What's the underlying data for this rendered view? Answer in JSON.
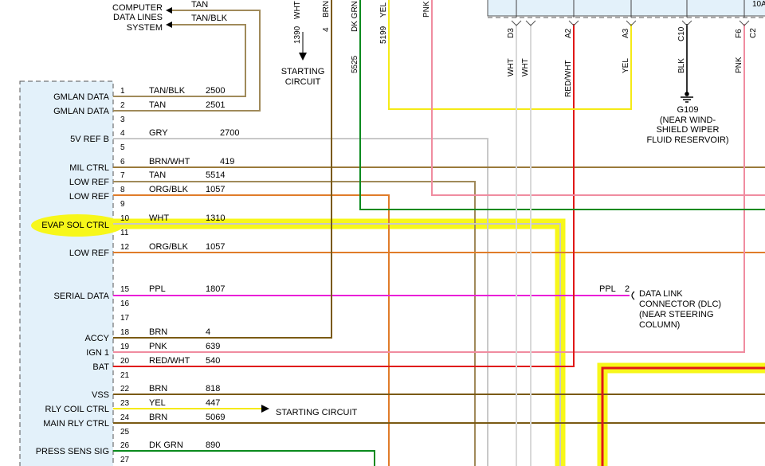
{
  "colors": {
    "box_fill": "#e3f1fa",
    "highlight": "#f7f71a",
    "tan": "#a08a5a",
    "gray": "#c8c8c8",
    "brown": "#7a5a14",
    "orange": "#e07c2a",
    "magenta": "#ea1fd8",
    "pink": "#f08ca0",
    "red": "#e01818",
    "yellow": "#f5ea16",
    "green": "#0a8a1e",
    "white_wire": "#d8d8d8"
  },
  "top": {
    "computer_data_lines": [
      "COMPUTER",
      "DATA LINES",
      "SYSTEM"
    ],
    "tan": "TAN",
    "tan_blk": "TAN/BLK",
    "circuit_1390": "1390",
    "wire_wht": "WHT",
    "circuit_4": "4",
    "wire_brn": "BRN",
    "starting_circuit": [
      "STARTING",
      "CIRCUIT"
    ],
    "circuit_5525": "5525",
    "dk_grn": "DK GRN",
    "circuit_5199": "5199",
    "yel": "YEL",
    "pnk": "PNK",
    "fuse": "10A"
  },
  "connector": {
    "pins": [
      {
        "pin": "D3",
        "wire": "WHT"
      },
      {
        "pin": "",
        "wire": "WHT"
      },
      {
        "pin": "A2",
        "wire": "RED/WHT"
      },
      {
        "pin": "A3",
        "wire": "YEL"
      },
      {
        "pin": "C10",
        "wire": "BLK"
      },
      {
        "pin": "F6",
        "wire": "PNK"
      },
      {
        "pin": "C2",
        "wire": ""
      }
    ],
    "ground": [
      "G109",
      "(NEAR WIND-",
      "SHIELD WIPER",
      "FLUID RESERVOIR)"
    ]
  },
  "module": {
    "rows": [
      {
        "label": "GMLAN DATA",
        "pin": "1",
        "wire": "TAN/BLK",
        "circuit": "2500"
      },
      {
        "label": "GMLAN DATA",
        "pin": "2",
        "wire": "TAN",
        "circuit": "2501"
      },
      {
        "label": "",
        "pin": "3",
        "wire": "",
        "circuit": ""
      },
      {
        "label": "5V REF B",
        "pin": "4",
        "wire": "GRY",
        "circuit": "2700"
      },
      {
        "label": "",
        "pin": "5",
        "wire": "",
        "circuit": ""
      },
      {
        "label": "MIL CTRL",
        "pin": "6",
        "wire": "BRN/WHT",
        "circuit": "419"
      },
      {
        "label": "LOW REF",
        "pin": "7",
        "wire": "TAN",
        "circuit": "5514"
      },
      {
        "label": "LOW REF",
        "pin": "8",
        "wire": "ORG/BLK",
        "circuit": "1057"
      },
      {
        "label": "",
        "pin": "9",
        "wire": "",
        "circuit": ""
      },
      {
        "label": "EVAP SOL CTRL",
        "pin": "10",
        "wire": "WHT",
        "circuit": "1310"
      },
      {
        "label": "",
        "pin": "11",
        "wire": "",
        "circuit": ""
      },
      {
        "label": "LOW REF",
        "pin": "12",
        "wire": "ORG/BLK",
        "circuit": "1057"
      },
      {
        "label": "SERIAL DATA",
        "pin": "15",
        "wire": "PPL",
        "circuit": "1807"
      },
      {
        "label": "",
        "pin": "16",
        "wire": "",
        "circuit": ""
      },
      {
        "label": "",
        "pin": "17",
        "wire": "",
        "circuit": ""
      },
      {
        "label": "ACCY",
        "pin": "18",
        "wire": "BRN",
        "circuit": "4"
      },
      {
        "label": "IGN 1",
        "pin": "19",
        "wire": "PNK",
        "circuit": "639"
      },
      {
        "label": "BAT",
        "pin": "20",
        "wire": "RED/WHT",
        "circuit": "540"
      },
      {
        "label": "",
        "pin": "21",
        "wire": "",
        "circuit": ""
      },
      {
        "label": "VSS",
        "pin": "22",
        "wire": "BRN",
        "circuit": "818"
      },
      {
        "label": "RLY COIL CTRL",
        "pin": "23",
        "wire": "YEL",
        "circuit": "447"
      },
      {
        "label": "MAIN RLY CTRL",
        "pin": "24",
        "wire": "BRN",
        "circuit": "5069"
      },
      {
        "label": "",
        "pin": "25",
        "wire": "",
        "circuit": ""
      },
      {
        "label": "PRESS SENS SIG",
        "pin": "26",
        "wire": "DK GRN",
        "circuit": "890"
      },
      {
        "label": "",
        "pin": "27",
        "wire": "",
        "circuit": ""
      }
    ]
  },
  "dlc": {
    "wire": "PPL",
    "pin": "2",
    "lines": [
      "DATA LINK",
      "CONNECTOR (DLC)",
      "(NEAR STEERING",
      "COLUMN)"
    ]
  },
  "starting_circuit_right": "STARTING CIRCUIT"
}
